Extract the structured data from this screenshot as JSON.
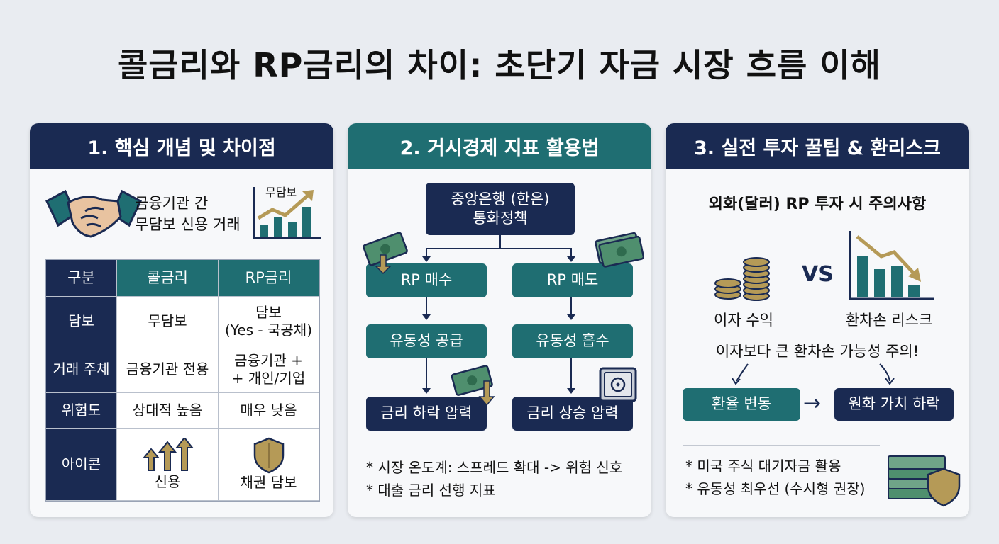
{
  "title": "콜금리와 RP금리의 차이: 초단기 자금 시장 흐름 이해",
  "panel1": {
    "header": "1. 핵심 개념 및 차이점",
    "intro_line1": "금융기관 간",
    "intro_line2": "무담보 신용 거래",
    "chart_badge": "무담보",
    "table": {
      "headers": [
        "구분",
        "콜금리",
        "RP금리"
      ],
      "rows": [
        {
          "label": "담보",
          "call": "무담보",
          "rp_line1": "담보",
          "rp_line2": "(Yes - 국공채)"
        },
        {
          "label": "거래 주체",
          "call": "금융기관 전용",
          "rp_line1": "금융기관 +",
          "rp_line2": "+ 개인/기업"
        },
        {
          "label": "위험도",
          "call": "상대적 높음",
          "rp_line1": "매우 낮음",
          "rp_line2": ""
        },
        {
          "label": "아이콘",
          "call": "신용",
          "rp_line1": "채권 담보",
          "rp_line2": ""
        }
      ]
    }
  },
  "panel2": {
    "header": "2. 거시경제 지표 활용법",
    "top_line1": "중앙은행 (한은)",
    "top_line2": "통화정책",
    "left": [
      "RP 매수",
      "유동성 공급",
      "금리 하락 압력"
    ],
    "right": [
      "RP 매도",
      "유동성 흡수",
      "금리 상승 압력"
    ],
    "notes": [
      "* 시장 온도계: 스프레드 확대 -> 위험 신호",
      "* 대출 금리 선행 지표"
    ]
  },
  "panel3": {
    "header": "3. 실전 투자 꿀팁 & 환리스크",
    "subtitle": "외화(달러) RP 투자 시 주의사항",
    "vs": "VS",
    "left_label": "이자 수익",
    "right_label": "환차손 리스크",
    "warning": "이자보다 큰 환차손 가능성 주의!",
    "box_left": "환율 변동",
    "box_right": "원화 가치 하락",
    "notes": [
      "* 미국 주식 대기자금 활용",
      "* 유동성 최우선 (수시형 권장)"
    ]
  },
  "colors": {
    "navy": "#1a2a52",
    "teal": "#1f6e72",
    "gold": "#b59a57"
  }
}
